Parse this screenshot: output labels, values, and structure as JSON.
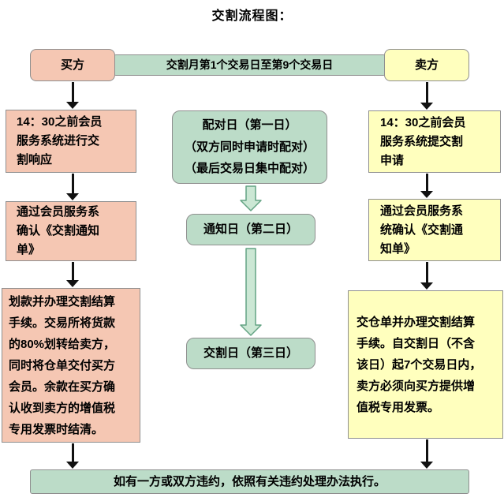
{
  "title": "交割流程图：",
  "top_row": {
    "buyer": "买方",
    "period": "交割月第1个交易日至第9个交易日",
    "seller": "卖方"
  },
  "buyer_steps": [
    "14：30之前会员\n服务系统进行交\n割响应",
    "通过会员服务系\n确认《交割通知\n单》",
    "划款并办理交割结算\n手续。交易所将货款\n的80%划转给卖方，\n同时将仓单交付买方\n会员。余款在买方确\n认收到卖方的增值税\n专用发票时结清。"
  ],
  "middle_steps": [
    "配对日（第一日）\n（双方同时申请时配对）\n（最后交易日集中配对）",
    "通知日（第二日）",
    "交割日（第三日）"
  ],
  "seller_steps": [
    "14：30之前会员\n服务系统提交割\n申请",
    "通过会员服务系\n统确认《交割通\n知单》",
    "交仓单并办理交割结算\n手续。自交割日（不含\n该日）起7个交易日内，\n卖方必须向买方提供增\n值税专用发票。"
  ],
  "footer": "如有一方或双方违约，依照有关违约处理办法执行。",
  "colors": {
    "buyer_fill": "#f5c7b3",
    "seller_fill": "#ffffbe",
    "green_fill": "#bcdcc8",
    "border": "#8f8f8f",
    "ink": "#111111",
    "flow_arrow_fill": "#cbe7d4",
    "flow_arrow_stroke": "#63a383"
  }
}
